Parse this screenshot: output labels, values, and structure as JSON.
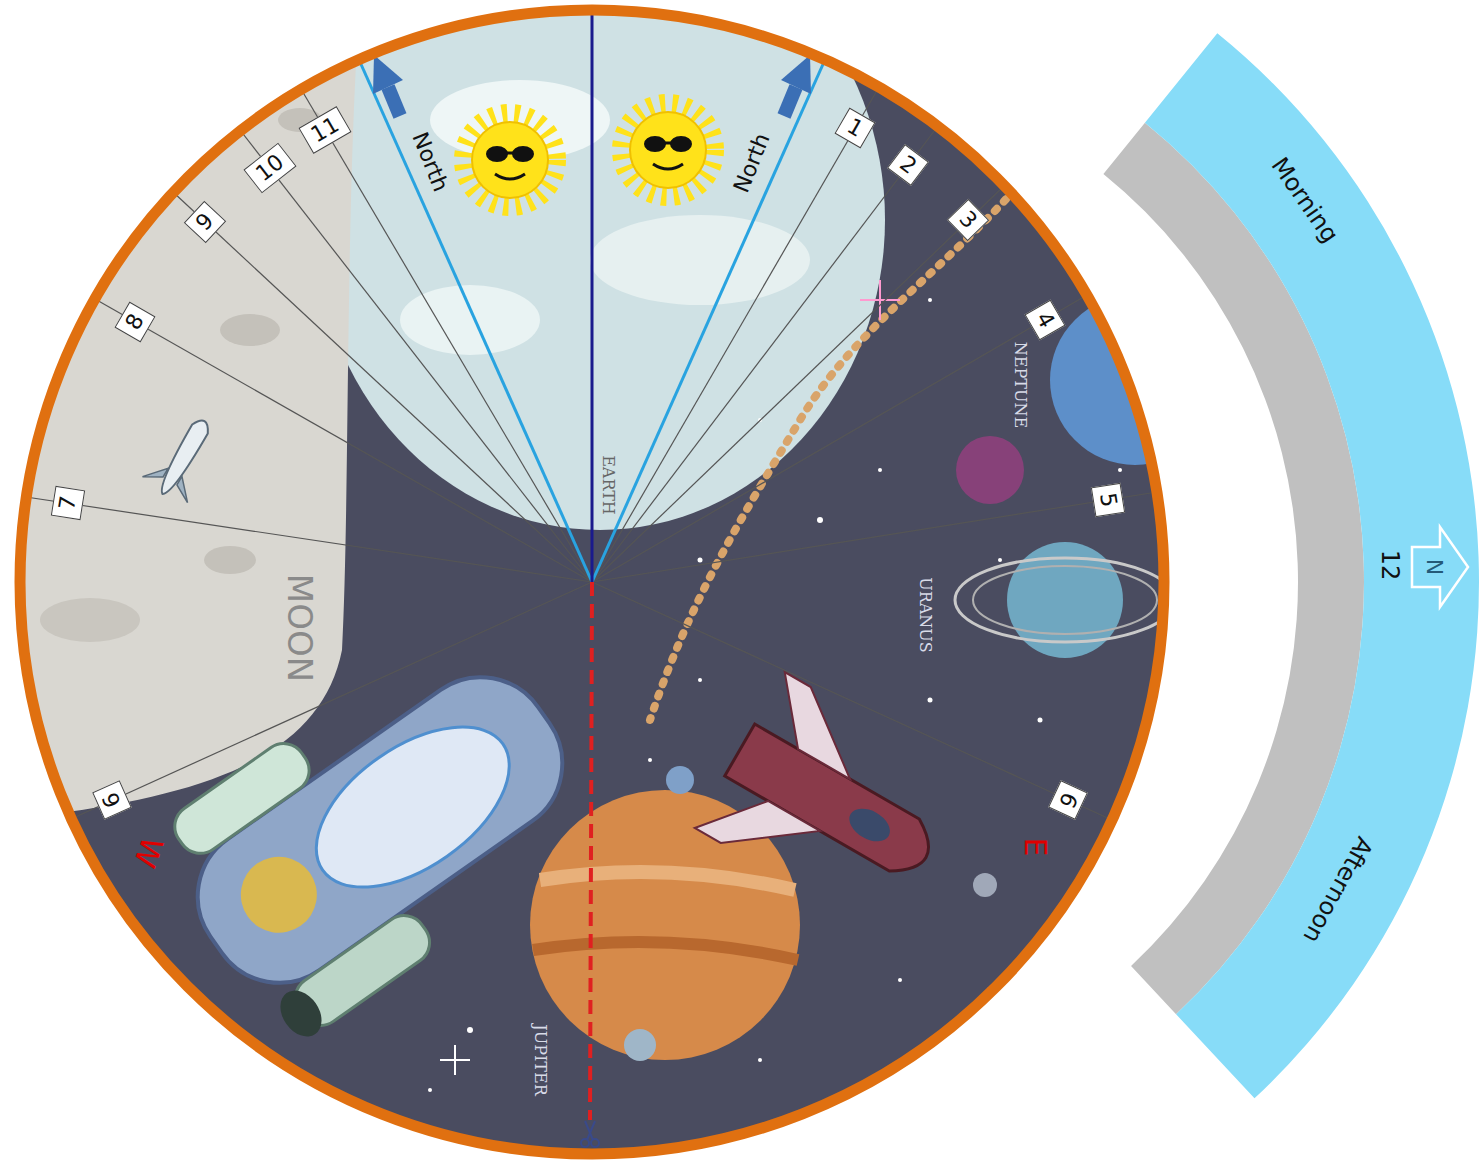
{
  "diagram": {
    "nodes": [
      {
        "text": [
          "Morning",
          "12",
          "Afternoon"
        ]
      },
      {
        "text": [
          "N"
        ],
        "in": 0
      }
    ],
    "labels": [
      "North",
      "North",
      "11",
      "10",
      "9",
      "8",
      "7",
      "6",
      "W",
      "1",
      "2",
      "3",
      "4",
      "5",
      "6",
      "E",
      "NEPTUNE",
      "EARTH",
      "MOON",
      "URANUS",
      "JUPITER"
    ]
  }
}
